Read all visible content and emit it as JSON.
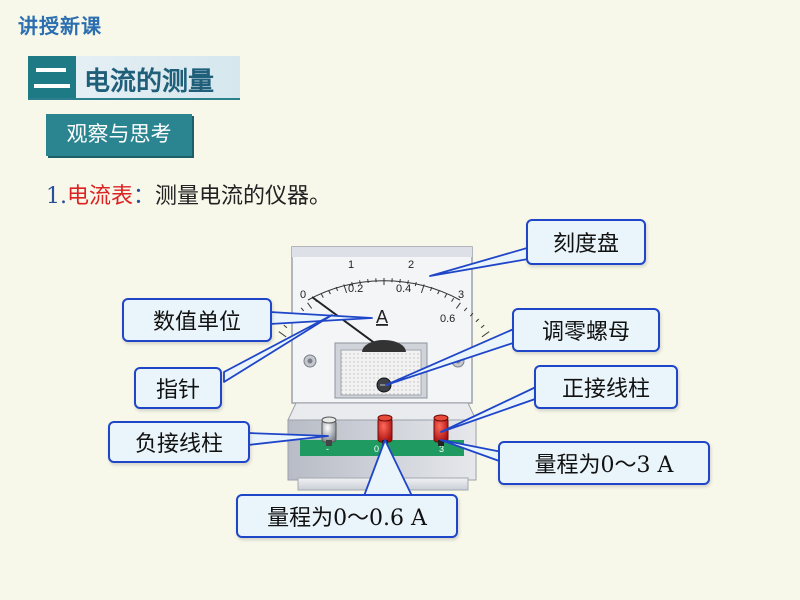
{
  "header": {
    "tag": "讲授新课"
  },
  "section": {
    "title": "电流的测量"
  },
  "observe": {
    "label": "观察与思考"
  },
  "intro": {
    "number": "1.",
    "term": "电流表",
    "colon": "：",
    "text": "测量电流的仪器。"
  },
  "meter": {
    "scale_top": [
      "0",
      "1",
      "2",
      "3"
    ],
    "scale_bottom": [
      "0.2",
      "0.4",
      "0.6"
    ],
    "unit": "A",
    "terminal_labels": [
      "-",
      "0.6",
      "3"
    ]
  },
  "callouts": {
    "dial": "刻度盘",
    "unit": "数值单位",
    "zero_adjust": "调零螺母",
    "pointer": "指针",
    "positive_terminal": "正接线柱",
    "negative_terminal": "负接线柱",
    "range_3": "量程为0～3 A",
    "range_06": "量程为0～0.6 A"
  },
  "colors": {
    "accent": "#1E7B86",
    "callout_border": "#1F46C8",
    "term": "#D22222"
  }
}
